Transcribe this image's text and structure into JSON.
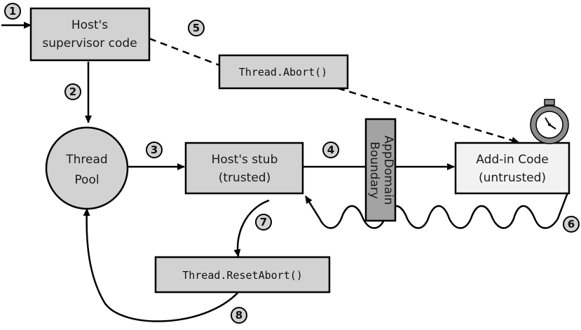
{
  "nodes": {
    "supervisor": {
      "line1": "Host's",
      "line2": "supervisor code"
    },
    "thread_pool": {
      "line1": "Thread",
      "line2": "Pool"
    },
    "stub": {
      "line1": "Host's stub",
      "line2": "(trusted)"
    },
    "addin": {
      "line1": "Add-in Code",
      "line2": "(untrusted)"
    },
    "abort": {
      "text": "Thread.Abort()"
    },
    "reset_abort": {
      "text": "Thread.ResetAbort()"
    },
    "boundary": {
      "line1": "AppDomain",
      "line2": "Boundary"
    }
  },
  "steps": [
    "1",
    "2",
    "3",
    "4",
    "5",
    "6",
    "7",
    "8"
  ],
  "colors": {
    "box_fill": "#d2d2d2",
    "addin_fill": "#f2f2f2",
    "boundary_fill": "#a3a3a3",
    "stroke": "#000000",
    "clock_ring": "#8c8c8c"
  },
  "icons": {
    "addin_badge": "stopwatch-icon"
  }
}
